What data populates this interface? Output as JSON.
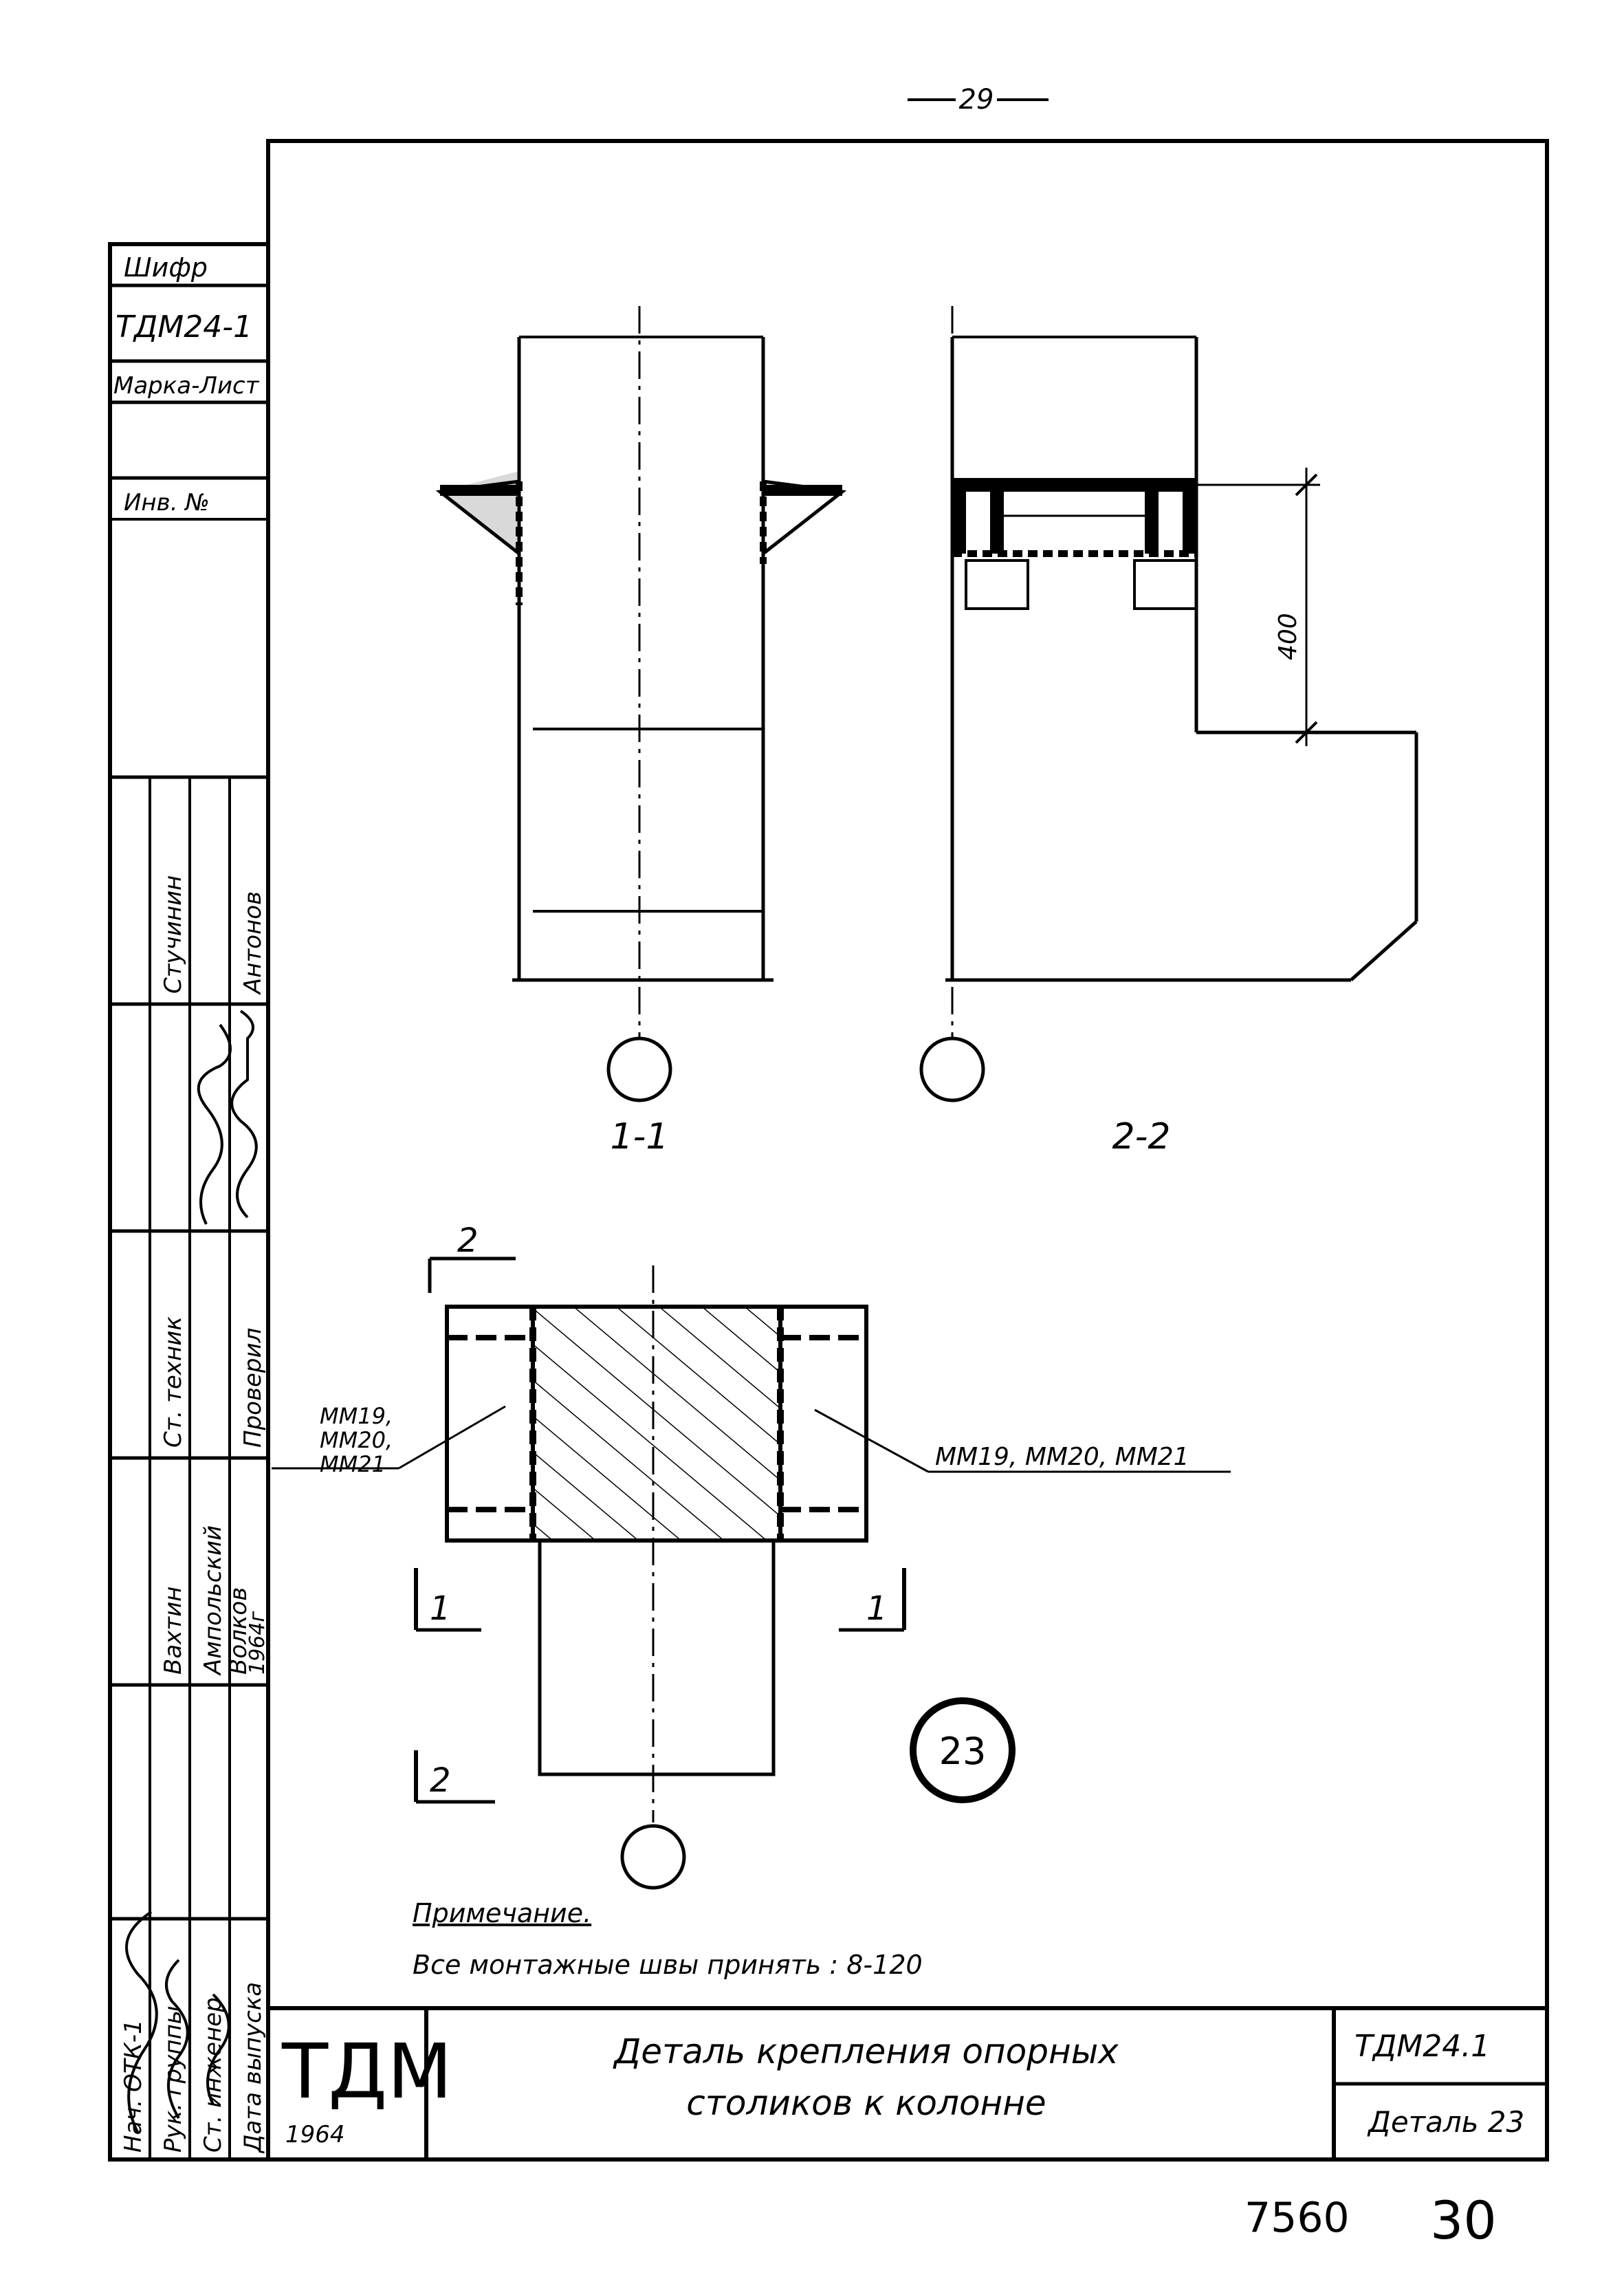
{
  "page_number": "29",
  "title_block": {
    "logo": "ТДМ",
    "year": "1964",
    "title_line1": "Деталь крепления опорных",
    "title_line2": "столиков к колонне",
    "code": "ТДМ24.1",
    "sheet": "Деталь 23"
  },
  "side_stamp": {
    "cipher_label": "Шифр",
    "cipher_value": "ТДМ24-1",
    "mark_sheet_label": "Марка-Лист",
    "inv_label": "Инв. №",
    "roles": [
      "Нач. ОТК-1",
      "Рук. группы",
      "Ст. инженер",
      "Дата выпуска"
    ],
    "col_names": [
      "Стучинин",
      "Антонов",
      "Вахтин",
      "Ампольский",
      "Волков"
    ],
    "checked_label": "Проверил",
    "tech_label": "Ст. техник",
    "date_value": "1964г"
  },
  "views": {
    "section_1_label": "1-1",
    "section_2_label": "2-2",
    "dimension_400": "400",
    "cut_mark_1": "1",
    "cut_mark_2": "2",
    "callout_left": [
      "ММ19,",
      "ММ20,",
      "ММ21"
    ],
    "callout_right": "ММ19, ММ20, ММ21",
    "detail_number": "23"
  },
  "note": {
    "heading": "Примечание.",
    "text": "Все монтажные швы принять : 8-120"
  },
  "archive": {
    "number": "7560",
    "page": "30"
  }
}
